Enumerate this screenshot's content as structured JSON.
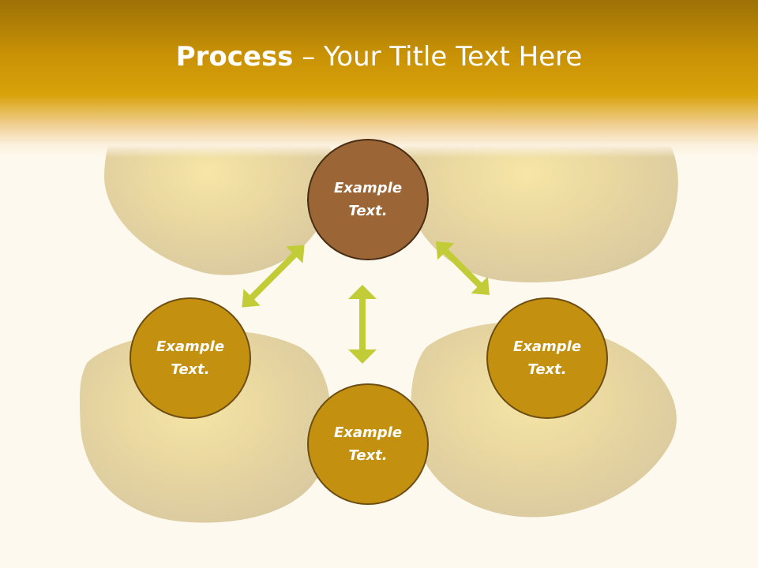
{
  "slide": {
    "title_bold": "Process",
    "title_rest": " – Your Title Text Here"
  },
  "nodes": {
    "top": "Example Text.",
    "left": "Example Text.",
    "right": "Example Text.",
    "bottom": "Example Text."
  },
  "colors": {
    "header_gold": "#d8a20a",
    "node_gold": "#c3910f",
    "node_brown": "#9b6535",
    "arrow_green": "#c2cc36",
    "background": "#fdf9ee"
  }
}
